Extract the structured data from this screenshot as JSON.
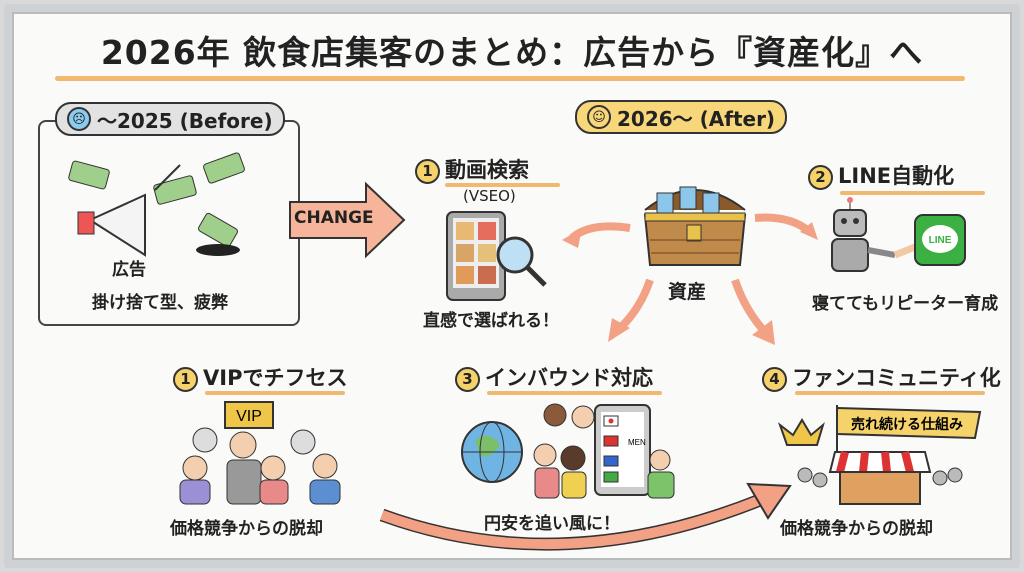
{
  "title": "2026年 飲食店集客のまとめ：広告から『資産化』へ",
  "before": {
    "label": "～2025 (Before)",
    "icon": "sad-face-icon",
    "caption_top": "広告",
    "caption_bottom": "掛け捨て型、疲弊"
  },
  "change_label": "CHANGE",
  "after": {
    "label": "2026～ (After)",
    "icon": "happy-face-icon",
    "center_label": "資産"
  },
  "items": [
    {
      "num": "1",
      "title": "動画検索",
      "subtitle": "(VSEO)",
      "caption": "直感で選ばれる！"
    },
    {
      "num": "2",
      "title": "LINE自動化",
      "caption": "寝ててもリピーター育成",
      "badge": "LINE"
    },
    {
      "num": "1",
      "title": "VIPでチフセス",
      "caption": "価格競争からの脱却",
      "badge": "VIP"
    },
    {
      "num": "3",
      "title": "インバウンド対応",
      "caption": "円安を追い風に！",
      "badge": "MEN"
    },
    {
      "num": "4",
      "title": "ファンコミュニティ化",
      "caption": "価格競争からの脱却",
      "banner": "売れ続ける仕組み"
    }
  ],
  "colors": {
    "accent": "#f0b060",
    "arrow": "#f2a184",
    "pill_after": "#f7d77a",
    "pill_before": "#e2e2e2",
    "line_green": "#3cb043"
  }
}
